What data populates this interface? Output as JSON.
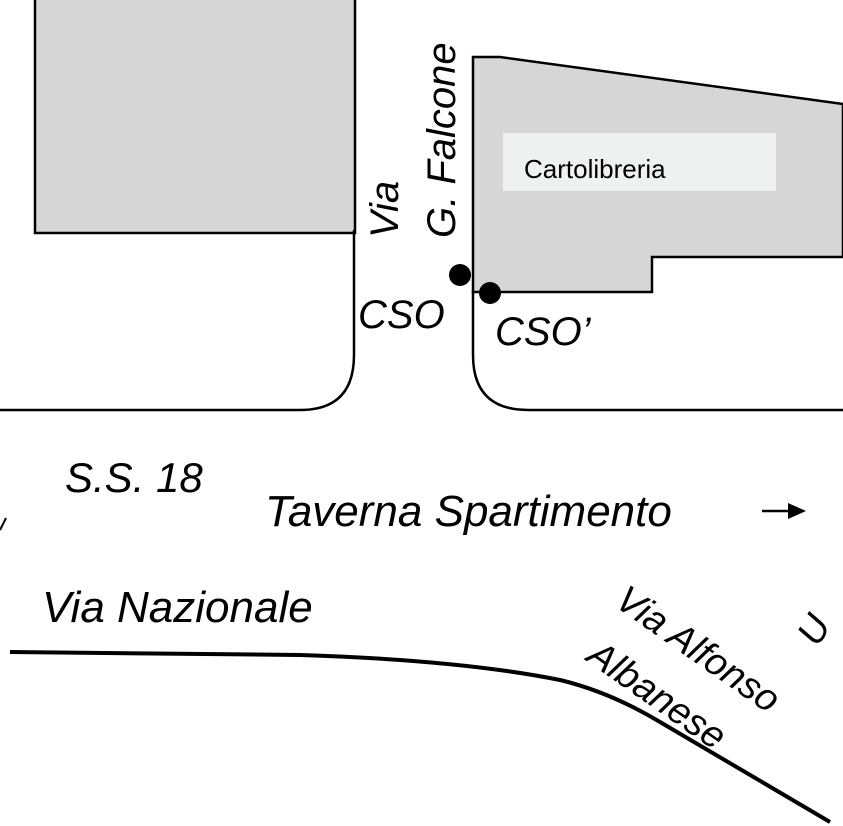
{
  "map": {
    "labels": {
      "via": "Via",
      "falcone": "G. Falcone",
      "building": "Cartolibreria",
      "cso": "CSO",
      "cso_prime": "CSO’",
      "ss18": "S.S. 18",
      "taverna": "Taverna Spartimento",
      "arrow": "→",
      "nazionale": "Via Nazionale",
      "alfonso": "Via Alfonso",
      "albanese": "Albanese",
      "partial_edge": "U"
    },
    "colors": {
      "building_fill": "#d6d6d6",
      "label_box_fill": "#eef1f1",
      "line": "#000000",
      "background": "#ffffff"
    }
  }
}
